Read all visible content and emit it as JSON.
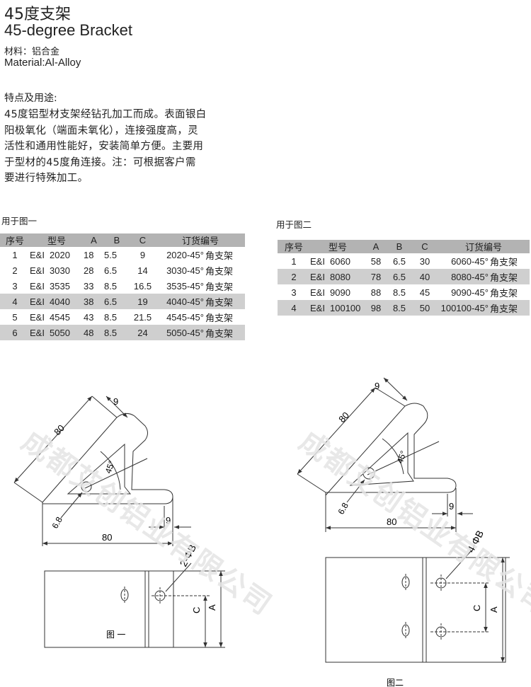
{
  "header": {
    "title_cn": "45度支架",
    "title_en": "45-degree Bracket",
    "material_cn": "材料：铝合金",
    "material_en": "Material:Al-Alloy"
  },
  "features": {
    "heading": "特点及用途:",
    "lines": [
      "45度铝型材支架经钻孔加工而成。表面银白",
      "阳极氧化（端面未氧化），连接强度高，灵",
      "活性和通用性能好，安装简单方便。主要用",
      "于型材的45度角连接。注：可根据客户需",
      "要进行特殊加工。"
    ]
  },
  "table1": {
    "caption": "用于图一",
    "headers": [
      "序号",
      "型号",
      "A",
      "B",
      "C",
      "订货编号"
    ],
    "rows": [
      {
        "no": "1",
        "brand": "E&I",
        "model": "2020",
        "a": "18",
        "b": "5.5",
        "c": "9",
        "order": "2020-45°",
        "suffix": "角支架"
      },
      {
        "no": "2",
        "brand": "E&I",
        "model": "3030",
        "a": "28",
        "b": "6.5",
        "c": "14",
        "order": "3030-45°",
        "suffix": "角支架"
      },
      {
        "no": "3",
        "brand": "E&I",
        "model": "3535",
        "a": "33",
        "b": "8.5",
        "c": "16.5",
        "order": "3535-45°",
        "suffix": "角支架"
      },
      {
        "no": "4",
        "brand": "E&I",
        "model": "4040",
        "a": "38",
        "b": "6.5",
        "c": "19",
        "order": "4040-45°",
        "suffix": "角支架"
      },
      {
        "no": "5",
        "brand": "E&I",
        "model": "4545",
        "a": "43",
        "b": "8.5",
        "c": "21.5",
        "order": "4545-45°",
        "suffix": "角支架"
      },
      {
        "no": "6",
        "brand": "E&I",
        "model": "5050",
        "a": "48",
        "b": "8.5",
        "c": "24",
        "order": "5050-45°",
        "suffix": "角支架"
      }
    ]
  },
  "table2": {
    "caption": "用于图二",
    "headers": [
      "序号",
      "型号",
      "A",
      "B",
      "C",
      "订货编号"
    ],
    "rows": [
      {
        "no": "1",
        "brand": "E&I",
        "model": "6060",
        "a": "58",
        "b": "6.5",
        "c": "30",
        "order": "6060-45°",
        "suffix": "角支架"
      },
      {
        "no": "2",
        "brand": "E&I",
        "model": "8080",
        "a": "78",
        "b": "6.5",
        "c": "40",
        "order": "8080-45°",
        "suffix": "角支架"
      },
      {
        "no": "3",
        "brand": "E&I",
        "model": "9090",
        "a": "88",
        "b": "8.5",
        "c": "45",
        "order": "9090-45°",
        "suffix": "角支架"
      },
      {
        "no": "4",
        "brand": "E&I",
        "model": "100100",
        "a": "98",
        "b": "8.5",
        "c": "50",
        "order": "100100-45°",
        "suffix": "角支架"
      }
    ]
  },
  "figure1": {
    "dim_80_slant": "80",
    "dim_9_top": "9",
    "dim_45": "45°",
    "dim_6_8": "6.8",
    "dim_9_side": "9",
    "dim_80_base": "80",
    "dim_hole": "2-ΦB",
    "dim_c": "C",
    "dim_a": "A",
    "caption": "图 一"
  },
  "figure2": {
    "dim_80_slant": "80",
    "dim_9_top": "9",
    "dim_45": "45°",
    "dim_6_8": "6.8",
    "dim_9_side": "9",
    "dim_80_base": "80",
    "dim_hole": "4-ΦB",
    "dim_c": "C",
    "dim_a": "A",
    "caption": "图二"
  },
  "watermark": "成都艾创铝业有限公司",
  "colors": {
    "header_bg": "#b3b3b3",
    "row_shade": "#cfcfcf",
    "watermark": "#e4e4e4"
  }
}
